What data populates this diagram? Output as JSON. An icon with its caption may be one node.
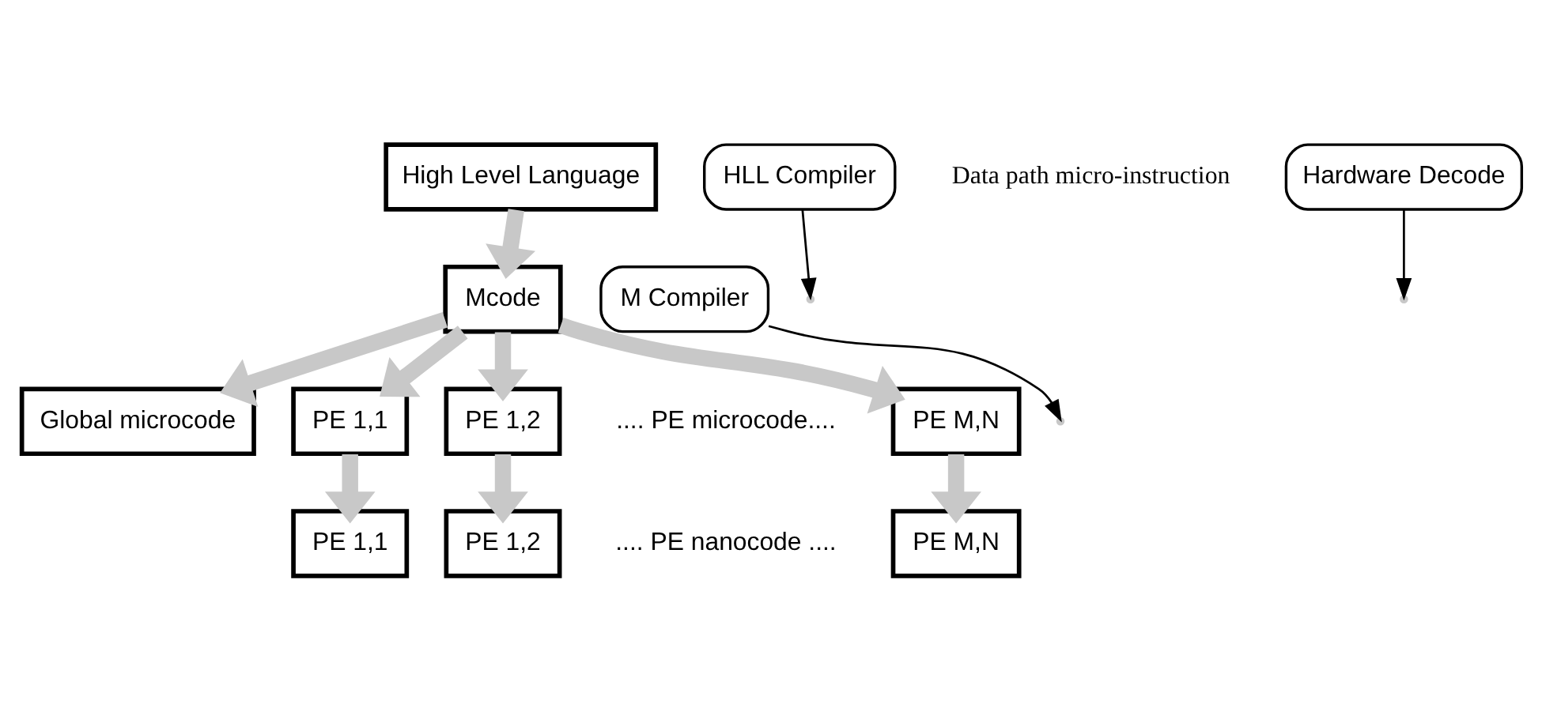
{
  "diagram": {
    "nodes": [
      {
        "text": [
          "High Level Language"
        ]
      },
      {
        "text": [
          "HLL Compiler"
        ]
      },
      {
        "text": [
          "Mcode"
        ]
      },
      {
        "text": [
          "M Compiler"
        ]
      },
      {
        "text": [
          "Global microcode"
        ]
      },
      {
        "text": [
          "PE 1,1"
        ]
      },
      {
        "text": [
          "PE 1,2"
        ]
      },
      {
        "text": [
          "PE M,N"
        ]
      },
      {
        "text": [
          "Hardware Decode"
        ]
      },
      {
        "text": [
          "PE 1,1"
        ]
      },
      {
        "text": [
          "PE 1,2"
        ]
      },
      {
        "text": [
          "PE M,N"
        ]
      }
    ],
    "edges": [
      {
        "from": 0,
        "to": 2,
        "arrow": "to"
      },
      {
        "from": 1,
        "to": null,
        "arrow": "to",
        "color": "#000000"
      },
      {
        "from": 2,
        "to": 4,
        "arrow": "to"
      },
      {
        "from": 2,
        "to": 5,
        "arrow": "to"
      },
      {
        "from": 2,
        "to": 6,
        "arrow": "to"
      },
      {
        "from": 2,
        "to": 7,
        "arrow": "to"
      },
      {
        "from": 3,
        "to": null,
        "arrow": "to",
        "color": "#000000"
      },
      {
        "from": 5,
        "to": 9,
        "arrow": "to"
      },
      {
        "from": 6,
        "to": 10,
        "arrow": "to"
      },
      {
        "from": 7,
        "to": 11,
        "arrow": "to"
      },
      {
        "from": 8,
        "to": null,
        "arrow": "to",
        "color": "#000000"
      }
    ],
    "labels": [
      ".... PE microcode....",
      "Data path micro-instruction",
      ".... PE nanocode ...."
    ]
  }
}
